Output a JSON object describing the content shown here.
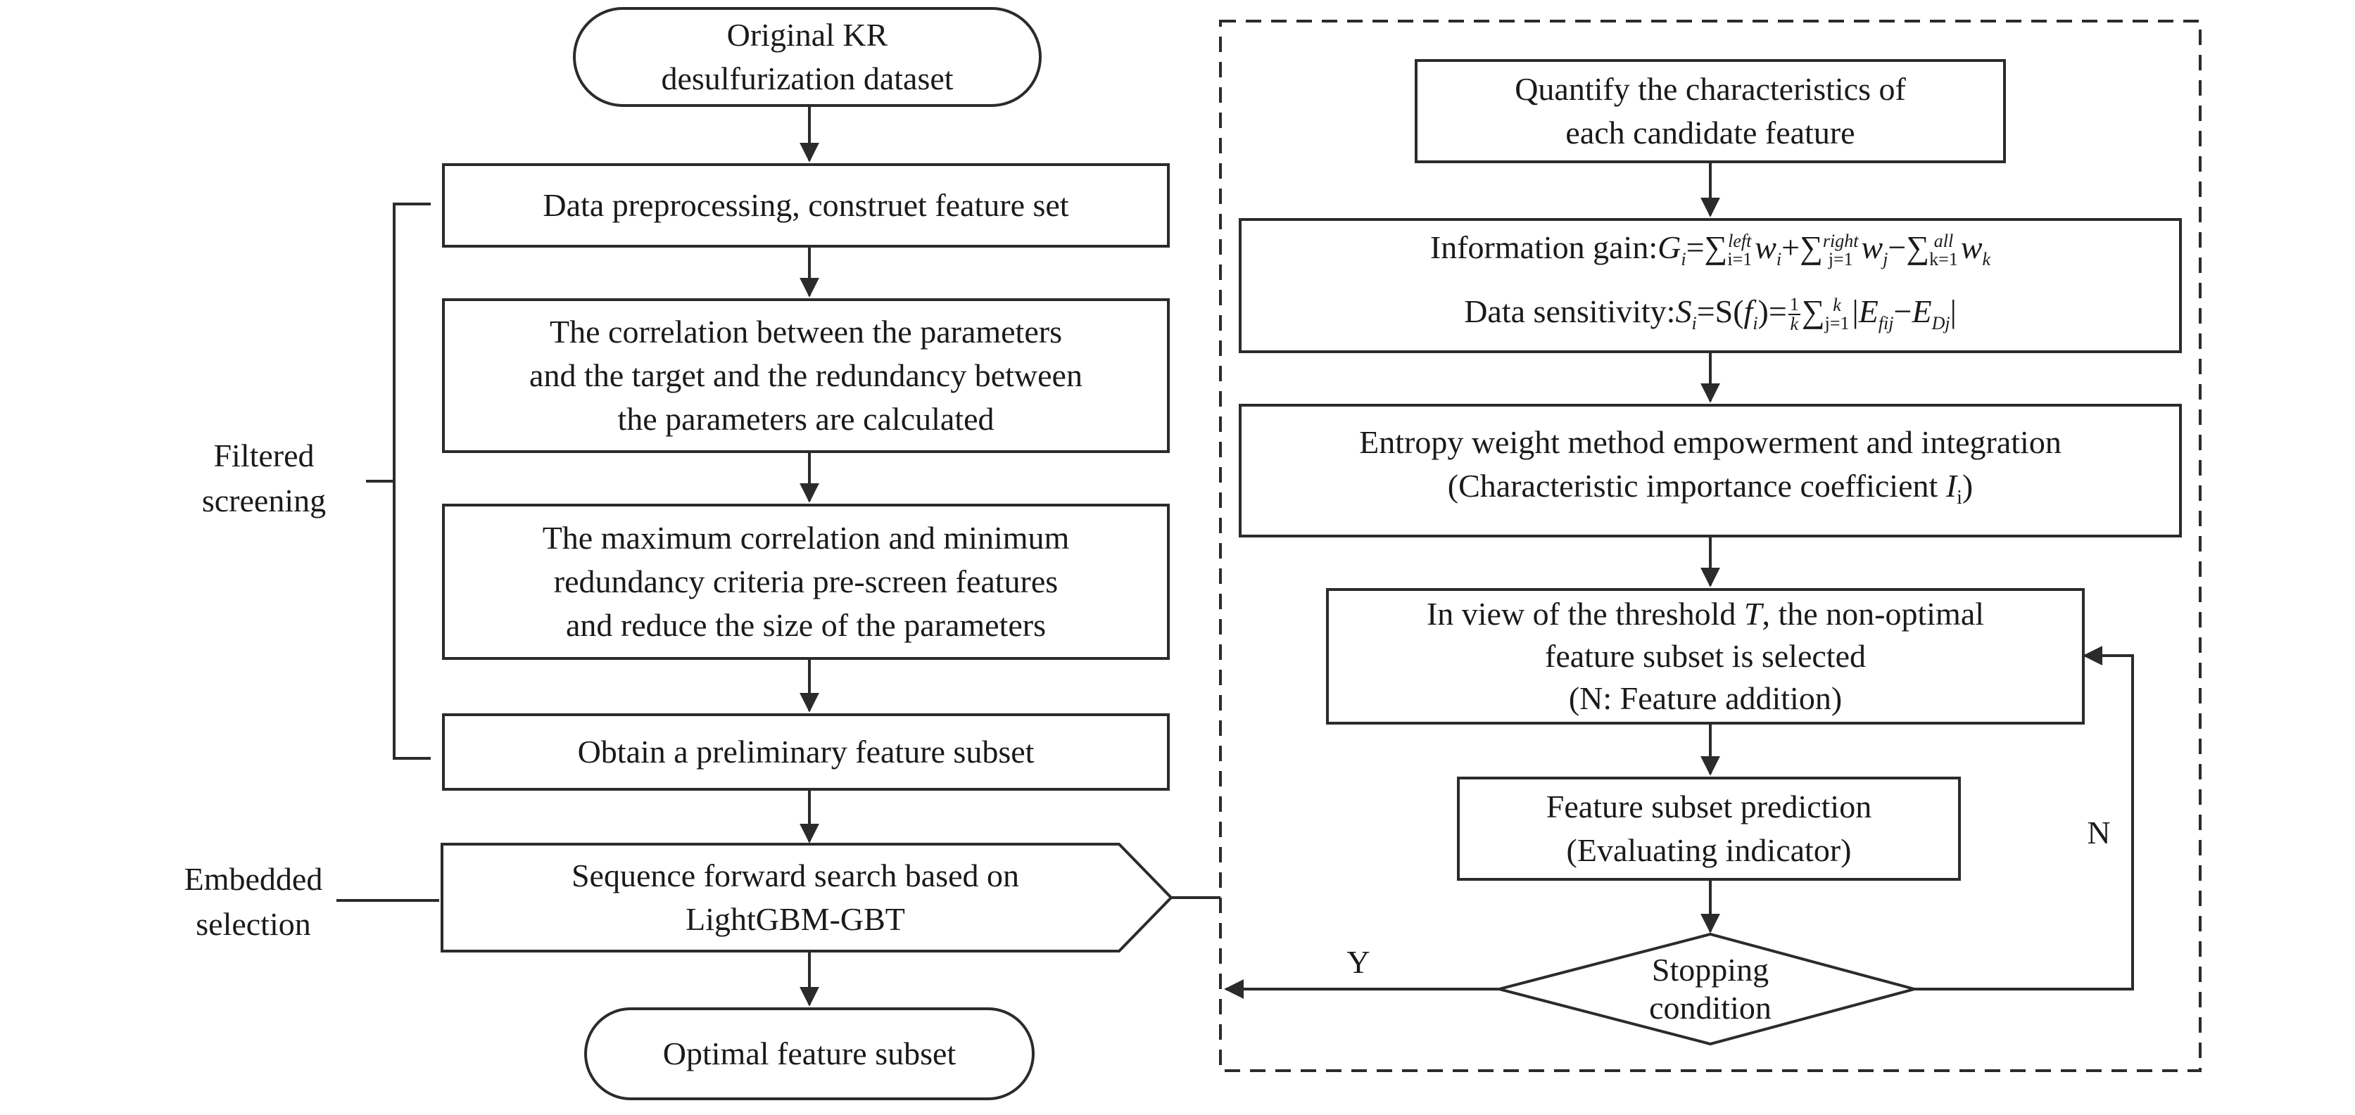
{
  "left": {
    "start": [
      "Original KR",
      "desulfurization dataset"
    ],
    "preprocess": [
      "Data preprocessing, construet feature set"
    ],
    "correlation": [
      "The correlation between the parameters",
      "and the target and the redundancy between",
      "the parameters are calculated"
    ],
    "mrmr": [
      "The maximum correlation and minimum",
      "redundancy criteria pre-screen features",
      "and reduce the size of the parameters"
    ],
    "preliminary": [
      "Obtain a preliminary feature subset"
    ],
    "sfs": [
      "Sequence forward search based on",
      "LightGBM-GBT"
    ],
    "end": [
      "Optimal feature subset"
    ],
    "filtered_label": [
      "Filtered",
      "screening"
    ],
    "embedded_label": [
      "Embedded",
      "selection"
    ]
  },
  "right": {
    "quantify": [
      "Quantify the characteristics of",
      "each candidate feature"
    ],
    "info_gain_label": "Information gain:",
    "data_sensitivity_label": "Data sensitivity:",
    "entropy": [
      "Entropy weight method empowerment and integration",
      "(Characteristic importance coefficient "
    ],
    "threshold": [
      "In view of the threshold ",
      ", the non-optimal",
      "feature subset is selected",
      "(N: Feature addition)"
    ],
    "prediction": [
      "Feature subset prediction",
      "(Evaluating indicator)"
    ],
    "stopping": [
      "Stopping",
      "condition"
    ],
    "yes_label": "Y",
    "no_label": "N"
  },
  "colors": {
    "stroke": "#2b2b2b",
    "text": "#1a1a1a",
    "background": "#ffffff"
  }
}
